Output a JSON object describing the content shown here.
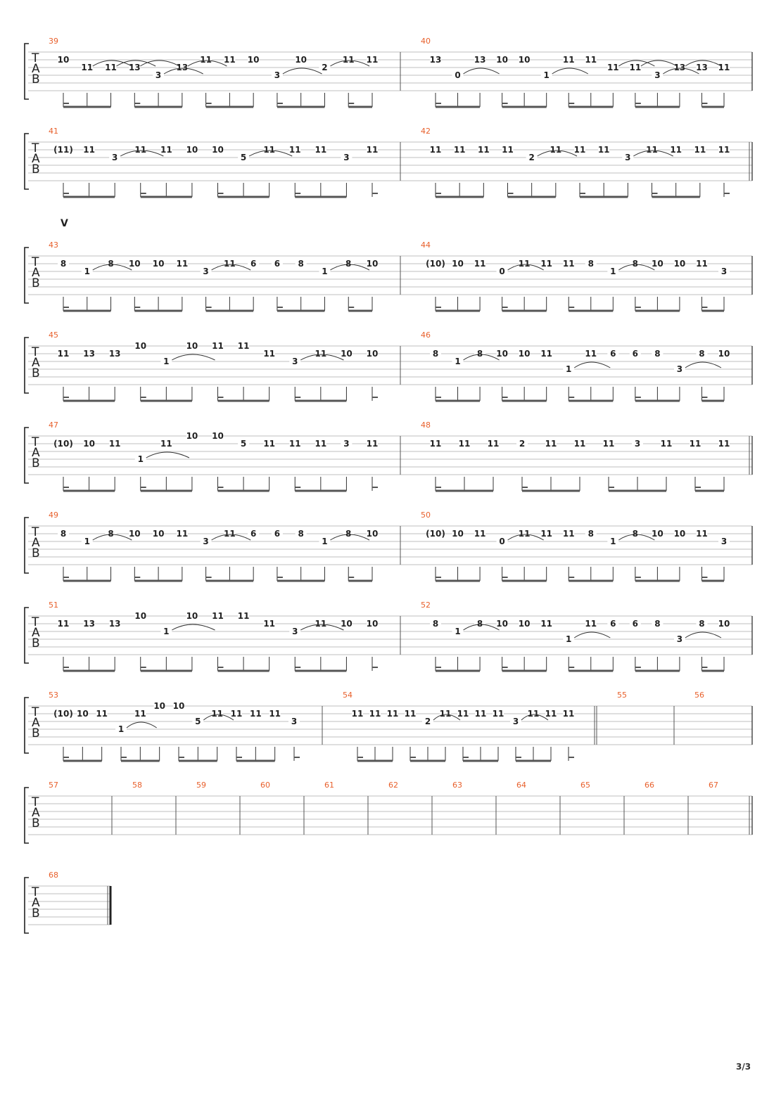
{
  "page": {
    "number": "3/3"
  },
  "tab_letters": [
    "T",
    "A",
    "B"
  ],
  "systems": [
    {
      "marker": "",
      "bars": [
        {
          "number": "39",
          "notes": [
            [
              1,
              "10"
            ],
            [
              2,
              "11"
            ],
            [
              2,
              "11"
            ],
            [
              2,
              "13"
            ],
            [
              3,
              "3"
            ],
            [
              2,
              "13"
            ],
            [
              1,
              "11"
            ],
            [
              1,
              "11"
            ],
            [
              1,
              "10"
            ],
            [
              3,
              "3"
            ],
            [
              1,
              "10"
            ],
            [
              2,
              "2"
            ],
            [
              1,
              "11"
            ],
            [
              1,
              "11"
            ]
          ]
        },
        {
          "number": "40",
          "notes": [
            [
              1,
              "13"
            ],
            [
              3,
              "0"
            ],
            [
              1,
              "13"
            ],
            [
              1,
              "10"
            ],
            [
              1,
              "10"
            ],
            [
              3,
              "1"
            ],
            [
              1,
              "11"
            ],
            [
              1,
              "11"
            ],
            [
              2,
              "11"
            ],
            [
              2,
              "11"
            ],
            [
              3,
              "3"
            ],
            [
              2,
              "13"
            ],
            [
              2,
              "13"
            ],
            [
              2,
              "11"
            ]
          ]
        }
      ]
    },
    {
      "marker": "",
      "bars": [
        {
          "number": "41",
          "notes": [
            [
              1,
              "(11)"
            ],
            [
              1,
              "11"
            ],
            [
              2,
              "3"
            ],
            [
              1,
              "11"
            ],
            [
              1,
              "11"
            ],
            [
              1,
              "10"
            ],
            [
              1,
              "10"
            ],
            [
              2,
              "5"
            ],
            [
              1,
              "11"
            ],
            [
              1,
              "11"
            ],
            [
              1,
              "11"
            ],
            [
              2,
              "3"
            ],
            [
              1,
              "11"
            ]
          ]
        },
        {
          "number": "42",
          "notes": [
            [
              1,
              "11"
            ],
            [
              1,
              "11"
            ],
            [
              1,
              "11"
            ],
            [
              1,
              "11"
            ],
            [
              2,
              "2"
            ],
            [
              1,
              "11"
            ],
            [
              1,
              "11"
            ],
            [
              1,
              "11"
            ],
            [
              2,
              "3"
            ],
            [
              1,
              "11"
            ],
            [
              1,
              "11"
            ],
            [
              1,
              "11"
            ],
            [
              1,
              "11"
            ]
          ]
        }
      ]
    },
    {
      "marker": "V",
      "bars": [
        {
          "number": "43",
          "notes": [
            [
              1,
              "8"
            ],
            [
              2,
              "1"
            ],
            [
              1,
              "8"
            ],
            [
              1,
              "10"
            ],
            [
              1,
              "10"
            ],
            [
              1,
              "11"
            ],
            [
              2,
              "3"
            ],
            [
              1,
              "11"
            ],
            [
              1,
              "6"
            ],
            [
              1,
              "6"
            ],
            [
              1,
              "8"
            ],
            [
              2,
              "1"
            ],
            [
              1,
              "8"
            ],
            [
              1,
              "10"
            ]
          ]
        },
        {
          "number": "44",
          "notes": [
            [
              1,
              "(10)"
            ],
            [
              1,
              "10"
            ],
            [
              1,
              "11"
            ],
            [
              2,
              "0"
            ],
            [
              1,
              "11"
            ],
            [
              1,
              "11"
            ],
            [
              1,
              "11"
            ],
            [
              1,
              "8"
            ],
            [
              2,
              "1"
            ],
            [
              1,
              "8"
            ],
            [
              1,
              "10"
            ],
            [
              1,
              "10"
            ],
            [
              1,
              "11"
            ],
            [
              2,
              "3"
            ]
          ]
        }
      ]
    },
    {
      "marker": "",
      "bars": [
        {
          "number": "45",
          "notes": [
            [
              1,
              "11"
            ],
            [
              1,
              "13"
            ],
            [
              1,
              "13"
            ],
            [
              0,
              "10"
            ],
            [
              2,
              "1"
            ],
            [
              0,
              "10"
            ],
            [
              0,
              "11"
            ],
            [
              0,
              "11"
            ],
            [
              1,
              "11"
            ],
            [
              2,
              "3"
            ],
            [
              1,
              "11"
            ],
            [
              1,
              "10"
            ],
            [
              1,
              "10"
            ]
          ]
        },
        {
          "number": "46",
          "notes": [
            [
              1,
              "8"
            ],
            [
              2,
              "1"
            ],
            [
              1,
              "8"
            ],
            [
              1,
              "10"
            ],
            [
              1,
              "10"
            ],
            [
              1,
              "11"
            ],
            [
              3,
              "1"
            ],
            [
              1,
              "11"
            ],
            [
              1,
              "6"
            ],
            [
              1,
              "6"
            ],
            [
              1,
              "8"
            ],
            [
              3,
              "3"
            ],
            [
              1,
              "8"
            ],
            [
              1,
              "10"
            ]
          ]
        }
      ]
    },
    {
      "marker": "",
      "bars": [
        {
          "number": "47",
          "notes": [
            [
              1,
              "(10)"
            ],
            [
              1,
              "10"
            ],
            [
              1,
              "11"
            ],
            [
              3,
              "1"
            ],
            [
              1,
              "11"
            ],
            [
              0,
              "10"
            ],
            [
              0,
              "10"
            ],
            [
              1,
              "5"
            ],
            [
              1,
              "11"
            ],
            [
              1,
              "11"
            ],
            [
              1,
              "11"
            ],
            [
              1,
              "3"
            ],
            [
              1,
              "11"
            ]
          ]
        },
        {
          "number": "48",
          "notes": [
            [
              1,
              "11"
            ],
            [
              1,
              "11"
            ],
            [
              1,
              "11"
            ],
            [
              1,
              "2"
            ],
            [
              1,
              "11"
            ],
            [
              1,
              "11"
            ],
            [
              1,
              "11"
            ],
            [
              1,
              "3"
            ],
            [
              1,
              "11"
            ],
            [
              1,
              "11"
            ],
            [
              1,
              "11"
            ]
          ]
        }
      ]
    },
    {
      "marker": "",
      "bars": [
        {
          "number": "49",
          "notes": [
            [
              1,
              "8"
            ],
            [
              2,
              "1"
            ],
            [
              1,
              "8"
            ],
            [
              1,
              "10"
            ],
            [
              1,
              "10"
            ],
            [
              1,
              "11"
            ],
            [
              2,
              "3"
            ],
            [
              1,
              "11"
            ],
            [
              1,
              "6"
            ],
            [
              1,
              "6"
            ],
            [
              1,
              "8"
            ],
            [
              2,
              "1"
            ],
            [
              1,
              "8"
            ],
            [
              1,
              "10"
            ]
          ]
        },
        {
          "number": "50",
          "notes": [
            [
              1,
              "(10)"
            ],
            [
              1,
              "10"
            ],
            [
              1,
              "11"
            ],
            [
              2,
              "0"
            ],
            [
              1,
              "11"
            ],
            [
              1,
              "11"
            ],
            [
              1,
              "11"
            ],
            [
              1,
              "8"
            ],
            [
              2,
              "1"
            ],
            [
              1,
              "8"
            ],
            [
              1,
              "10"
            ],
            [
              1,
              "10"
            ],
            [
              1,
              "11"
            ],
            [
              2,
              "3"
            ]
          ]
        }
      ]
    },
    {
      "marker": "",
      "bars": [
        {
          "number": "51",
          "notes": [
            [
              1,
              "11"
            ],
            [
              1,
              "13"
            ],
            [
              1,
              "13"
            ],
            [
              0,
              "10"
            ],
            [
              2,
              "1"
            ],
            [
              0,
              "10"
            ],
            [
              0,
              "11"
            ],
            [
              0,
              "11"
            ],
            [
              1,
              "11"
            ],
            [
              2,
              "3"
            ],
            [
              1,
              "11"
            ],
            [
              1,
              "10"
            ],
            [
              1,
              "10"
            ]
          ]
        },
        {
          "number": "52",
          "notes": [
            [
              1,
              "8"
            ],
            [
              2,
              "1"
            ],
            [
              1,
              "8"
            ],
            [
              1,
              "10"
            ],
            [
              1,
              "10"
            ],
            [
              1,
              "11"
            ],
            [
              3,
              "1"
            ],
            [
              1,
              "11"
            ],
            [
              1,
              "6"
            ],
            [
              1,
              "6"
            ],
            [
              1,
              "8"
            ],
            [
              3,
              "3"
            ],
            [
              1,
              "8"
            ],
            [
              1,
              "10"
            ]
          ]
        }
      ]
    },
    {
      "marker": "",
      "bars": [
        {
          "number": "53",
          "notes": [
            [
              1,
              "(10)"
            ],
            [
              1,
              "10"
            ],
            [
              1,
              "11"
            ],
            [
              3,
              "1"
            ],
            [
              1,
              "11"
            ],
            [
              0,
              "10"
            ],
            [
              0,
              "10"
            ],
            [
              2,
              "5"
            ],
            [
              1,
              "11"
            ],
            [
              1,
              "11"
            ],
            [
              1,
              "11"
            ],
            [
              1,
              "11"
            ],
            [
              2,
              "3"
            ]
          ]
        },
        {
          "number": "54",
          "notes": [
            [
              1,
              "11"
            ],
            [
              1,
              "11"
            ],
            [
              1,
              "11"
            ],
            [
              1,
              "11"
            ],
            [
              2,
              "2"
            ],
            [
              1,
              "11"
            ],
            [
              1,
              "11"
            ],
            [
              1,
              "11"
            ],
            [
              1,
              "11"
            ],
            [
              2,
              "3"
            ],
            [
              1,
              "11"
            ],
            [
              1,
              "11"
            ],
            [
              1,
              "11"
            ]
          ]
        },
        {
          "number": "55",
          "notes": []
        },
        {
          "number": "56",
          "notes": []
        }
      ]
    },
    {
      "marker": "",
      "bars": [
        {
          "number": "57",
          "notes": []
        },
        {
          "number": "58",
          "notes": []
        },
        {
          "number": "59",
          "notes": []
        },
        {
          "number": "60",
          "notes": []
        },
        {
          "number": "61",
          "notes": []
        },
        {
          "number": "62",
          "notes": []
        },
        {
          "number": "63",
          "notes": []
        },
        {
          "number": "64",
          "notes": []
        },
        {
          "number": "65",
          "notes": []
        },
        {
          "number": "66",
          "notes": []
        },
        {
          "number": "67",
          "notes": []
        }
      ]
    },
    {
      "marker": "",
      "bars": [
        {
          "number": "68",
          "notes": []
        }
      ]
    }
  ]
}
